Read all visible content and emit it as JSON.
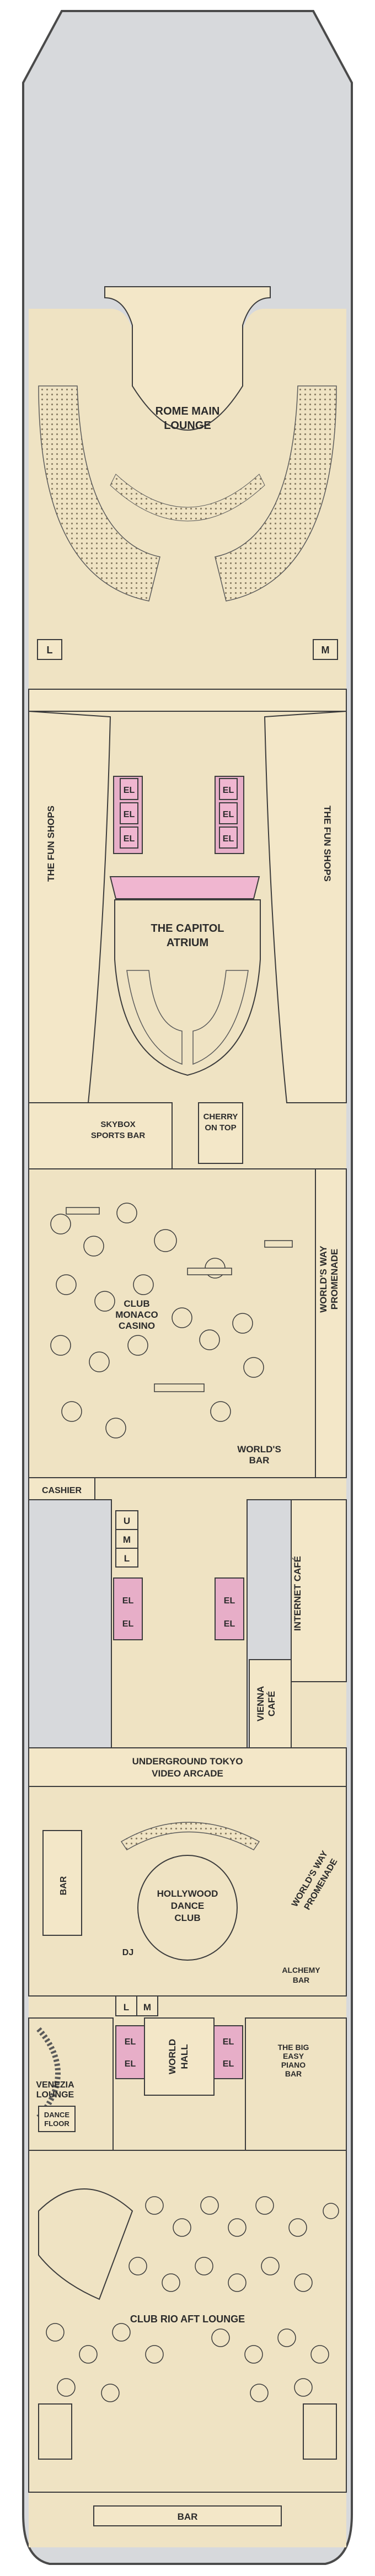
{
  "deck_plan": {
    "colors": {
      "hull": "#d7d9dc",
      "hull_edge": "#4a4a4a",
      "floor": "#efe3c3",
      "room": "#f3e7c8",
      "accent_pink": "#e7aec8",
      "elevator_pink": "#f0b6d0",
      "wall": "#3c3c3c"
    },
    "areas": {
      "rome_main_lounge": [
        "ROME MAIN",
        "LOUNGE"
      ],
      "fun_shops_left": "THE FUN SHOPS",
      "fun_shops_right": "THE FUN SHOPS",
      "capitol_atrium": [
        "THE CAPITOL",
        "ATRIUM"
      ],
      "skybox_sports_bar": [
        "SKYBOX",
        "SPORTS BAR"
      ],
      "cherry_on_top": [
        "CHERRY",
        "ON TOP"
      ],
      "club_monaco_casino": [
        "CLUB",
        "MONACO",
        "CASINO"
      ],
      "worlds_way_promenade_fwd": [
        "WORLD'S WAY",
        "PROMENADE"
      ],
      "worlds_bar": [
        "WORLD'S",
        "BAR"
      ],
      "cashier": "CASHIER",
      "internet_cafe": "INTERNET CAFÉ",
      "vienna_cafe": [
        "VIENNA",
        "CAFÉ"
      ],
      "underground_tokyo": [
        "UNDERGROUND TOKYO",
        "VIDEO ARCADE"
      ],
      "bar_mid": "BAR",
      "hollywood_dance_club": [
        "HOLLYWOOD",
        "DANCE",
        "CLUB"
      ],
      "worlds_way_promenade_aft": [
        "WORLD'S WAY",
        "PROMENADE"
      ],
      "dj": "DJ",
      "alchemy_bar": [
        "ALCHEMY",
        "BAR"
      ],
      "world_hall": [
        "WORLD",
        "HALL"
      ],
      "venezia_lounge": [
        "VENEZIA",
        "LOUNGE"
      ],
      "dance_floor": [
        "DANCE",
        "FLOOR"
      ],
      "big_easy_piano_bar": [
        "THE BIG",
        "EASY",
        "PIANO",
        "BAR"
      ],
      "club_rio_aft_lounge": "CLUB RIO AFT LOUNGE",
      "bar_aft": "BAR"
    },
    "symbols": {
      "elevator": "EL",
      "ladies": "L",
      "mens": "M",
      "unisex": "U"
    }
  }
}
